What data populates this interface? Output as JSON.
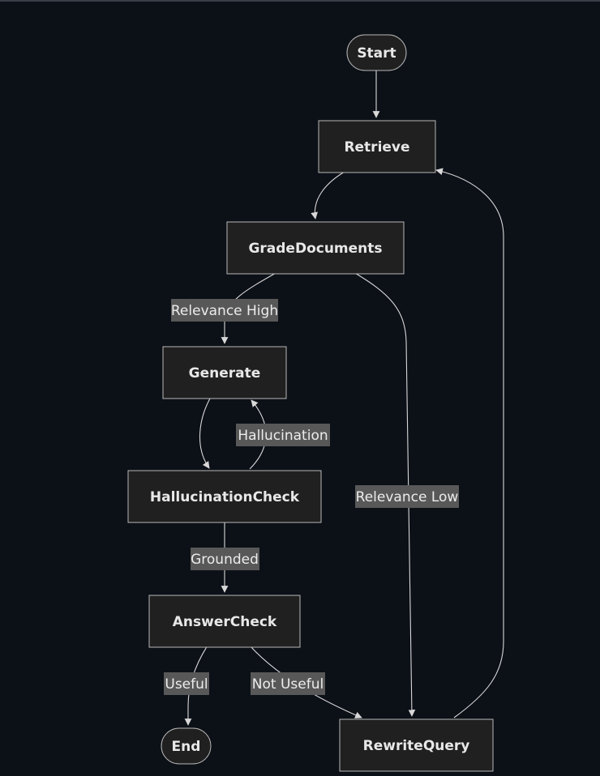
{
  "nodes": {
    "start": "Start",
    "retrieve": "Retrieve",
    "grade_documents": "GradeDocuments",
    "generate": "Generate",
    "hallucination_check": "HallucinationCheck",
    "answer_check": "AnswerCheck",
    "end": "End",
    "rewrite_query": "RewriteQuery"
  },
  "edges": {
    "relevance_high": "Relevance High",
    "relevance_low": "Relevance Low",
    "hallucination": "Hallucination",
    "grounded": "Grounded",
    "useful": "Useful",
    "not_useful": "Not Useful"
  },
  "colors": {
    "background": "#0c1017",
    "node_fill": "#202020",
    "node_stroke": "#b9b9b9",
    "edge": "#d8d8d8",
    "label_bg": "#585858",
    "text": "#e8e8e8"
  }
}
